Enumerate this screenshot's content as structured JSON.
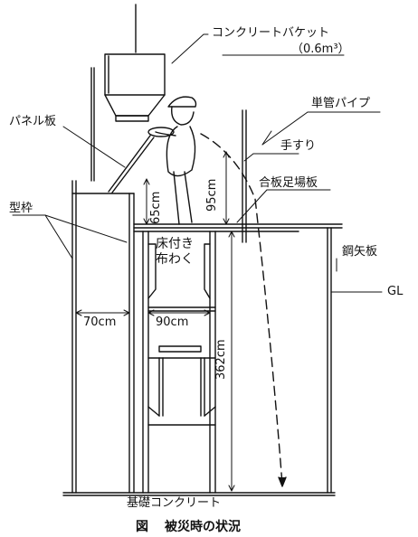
{
  "labels": {
    "bucket": "コンクリートバケット",
    "bucket_volume": "（0.6m³）",
    "single_pipe": "単管パイプ",
    "panel_board": "パネル板",
    "handrail": "手すり",
    "plywood_scaffold": "合板足場板",
    "formwork": "型枠",
    "steel_sheet_pile": "鋼矢板",
    "ground_level": "GL",
    "base_concrete": "基礎コンクリート",
    "scaffold_line1": "床付き",
    "scaffold_line2": "布わく"
  },
  "dimensions": {
    "d65": "65cm",
    "d95": "95cm",
    "d70": "70cm",
    "d90": "90cm",
    "d362": "362cm"
  },
  "caption": {
    "prefix": "図",
    "text": "被災時の状況"
  }
}
